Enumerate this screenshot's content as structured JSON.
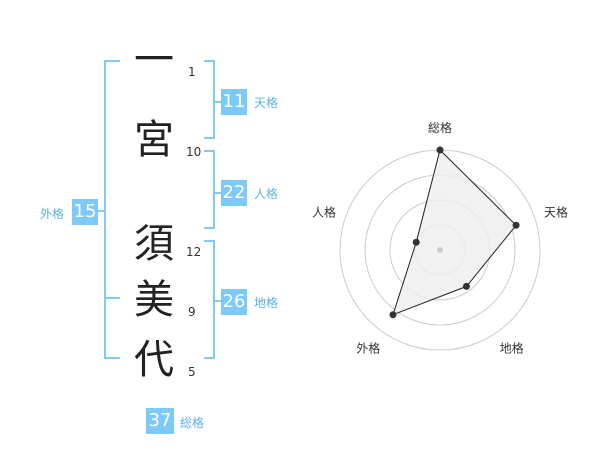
{
  "name": {
    "characters": [
      {
        "char": "一",
        "strokes": "1"
      },
      {
        "char": "宮",
        "strokes": "10"
      },
      {
        "char": "須",
        "strokes": "12"
      },
      {
        "char": "美",
        "strokes": "9"
      },
      {
        "char": "代",
        "strokes": "5"
      }
    ]
  },
  "fortunes": {
    "ten": {
      "label": "天格",
      "value": "11"
    },
    "jin": {
      "label": "人格",
      "value": "22"
    },
    "chi": {
      "label": "地格",
      "value": "26"
    },
    "gai": {
      "label": "外格",
      "value": "15"
    },
    "sou": {
      "label": "総格",
      "value": "37"
    }
  },
  "colors": {
    "accent": "#7dc9f7",
    "bracket": "#84c9f3",
    "label": "#5bb3e6"
  },
  "chart_data": {
    "type": "radar",
    "axes": [
      "総格",
      "天格",
      "地格",
      "外格",
      "人格"
    ],
    "range": [
      0,
      4
    ],
    "rings": 4,
    "values": [
      4,
      3.2,
      1.8,
      3.2,
      1
    ]
  }
}
